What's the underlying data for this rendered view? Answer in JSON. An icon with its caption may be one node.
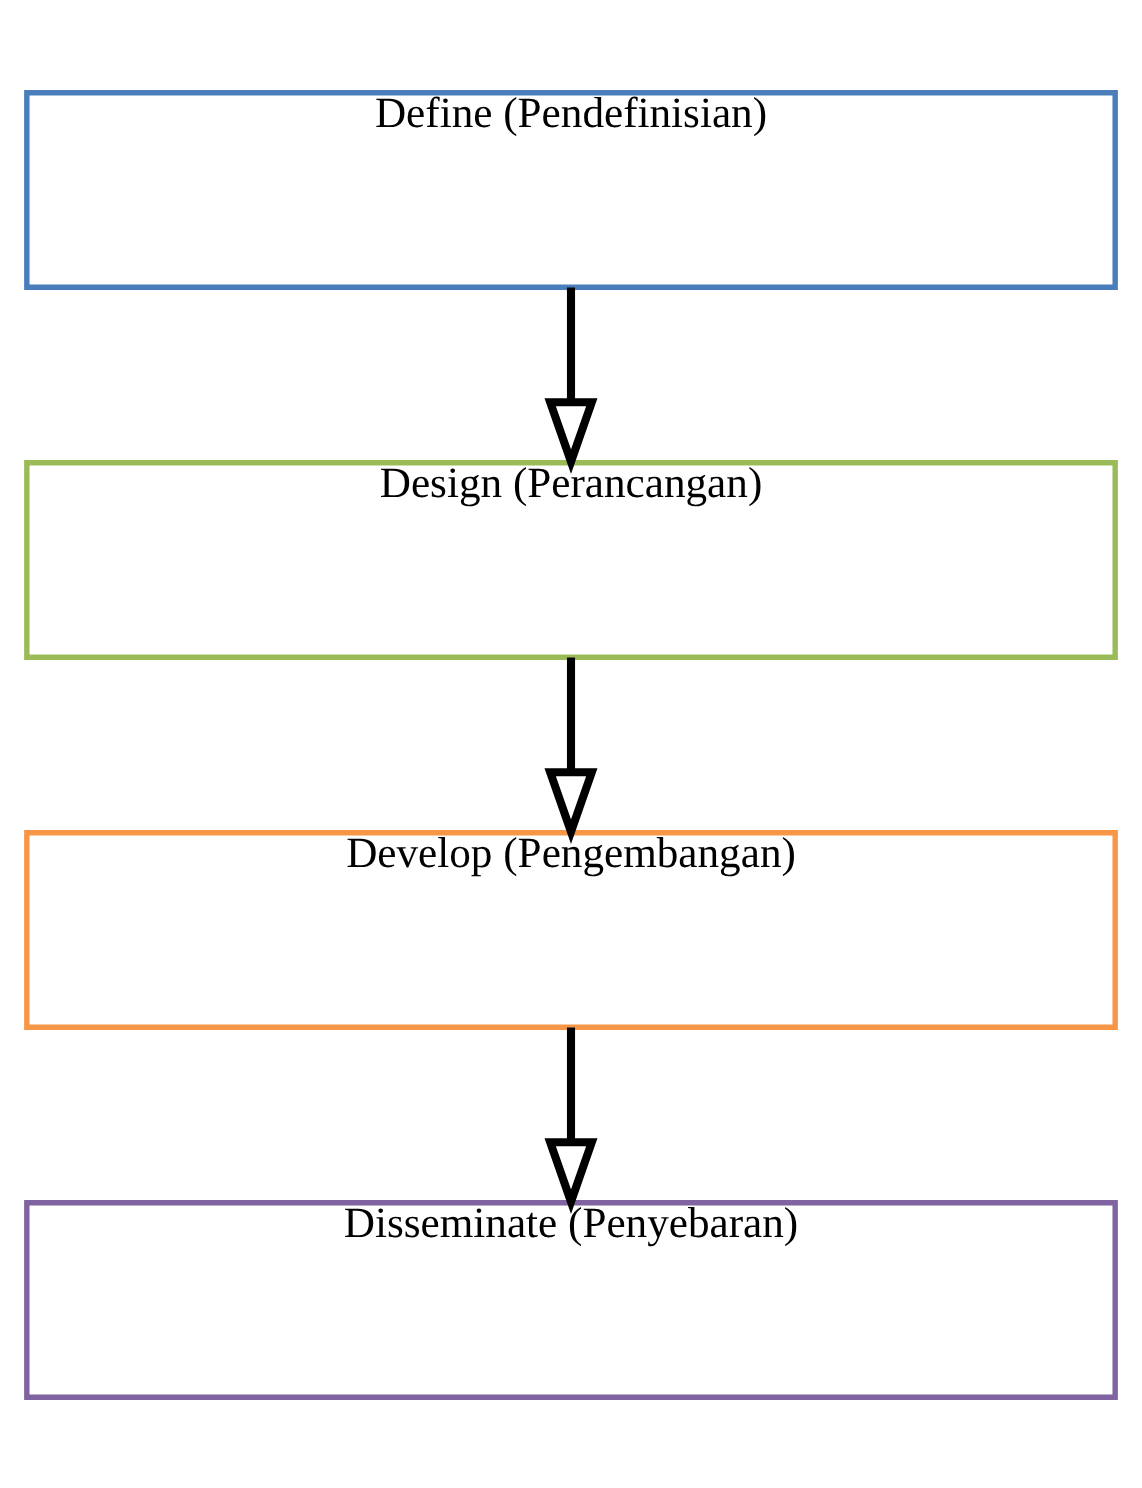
{
  "diagram": {
    "nodes": [
      {
        "text": [
          "Define (Pendefinisian)"
        ]
      },
      {
        "text": [
          "Design (Perancangan)"
        ]
      },
      {
        "text": [
          "Develop (Pengembangan)"
        ]
      },
      {
        "text": [
          "Disseminate (Penyebaran)"
        ]
      }
    ],
    "edges": [
      {
        "from": 0,
        "to": 1,
        "arrow": "to"
      },
      {
        "from": 1,
        "to": 2,
        "arrow": "to"
      },
      {
        "from": 2,
        "to": 3,
        "arrow": "to"
      }
    ]
  }
}
